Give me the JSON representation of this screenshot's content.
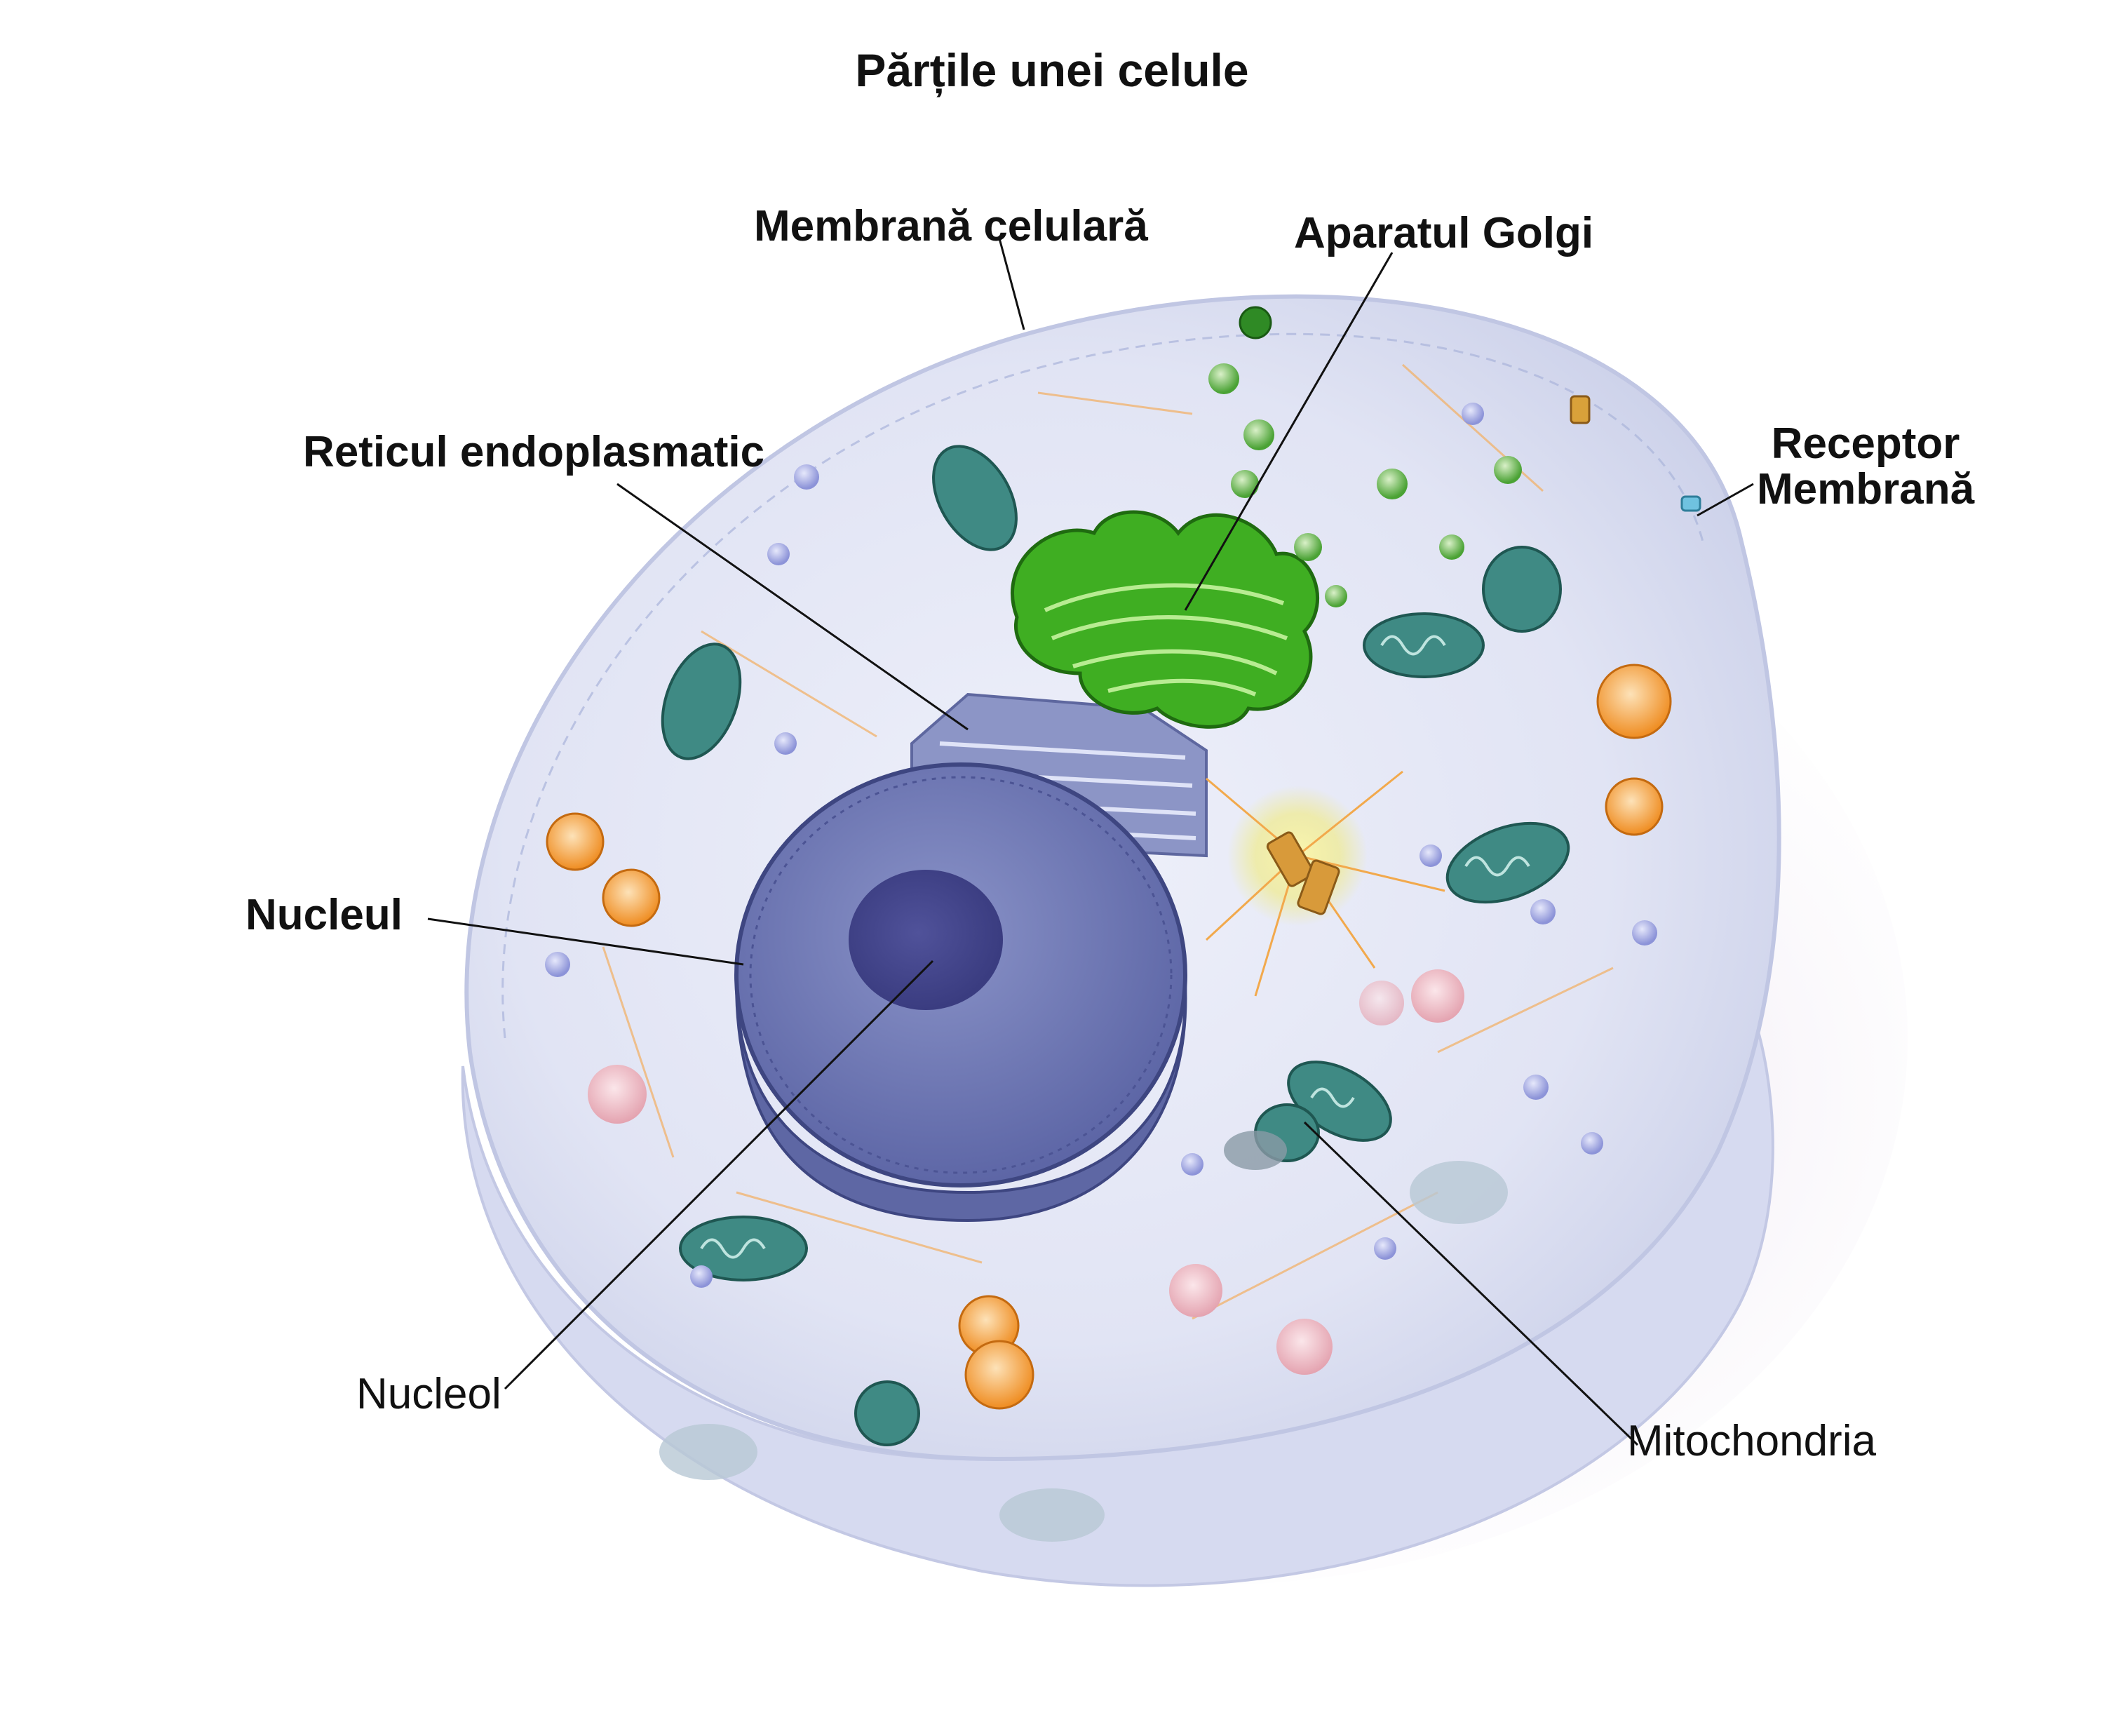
{
  "title": "Părțile unei celule",
  "labels": {
    "cell_membrane": "Membrană celulară",
    "golgi": "Aparatul Golgi",
    "er": "Reticul endoplasmatic",
    "receptor_line1": "Receptor",
    "receptor_line2": "Membrană",
    "nucleus": "Nucleul",
    "nucleolus": "Nucleol",
    "mitochondria": "Mitochondria"
  },
  "colors": {
    "cytoplasm": "#e3e6f5",
    "membrane": "#c6cbe6",
    "nucleus": "#6f78b6",
    "nucleolus": "#3d3f86",
    "golgi": "#3aa81f",
    "er": "#8e97c6",
    "mitochondria": "#3f8a84",
    "lysosome": "#f0962a",
    "centrosome": "#f3e86a"
  }
}
